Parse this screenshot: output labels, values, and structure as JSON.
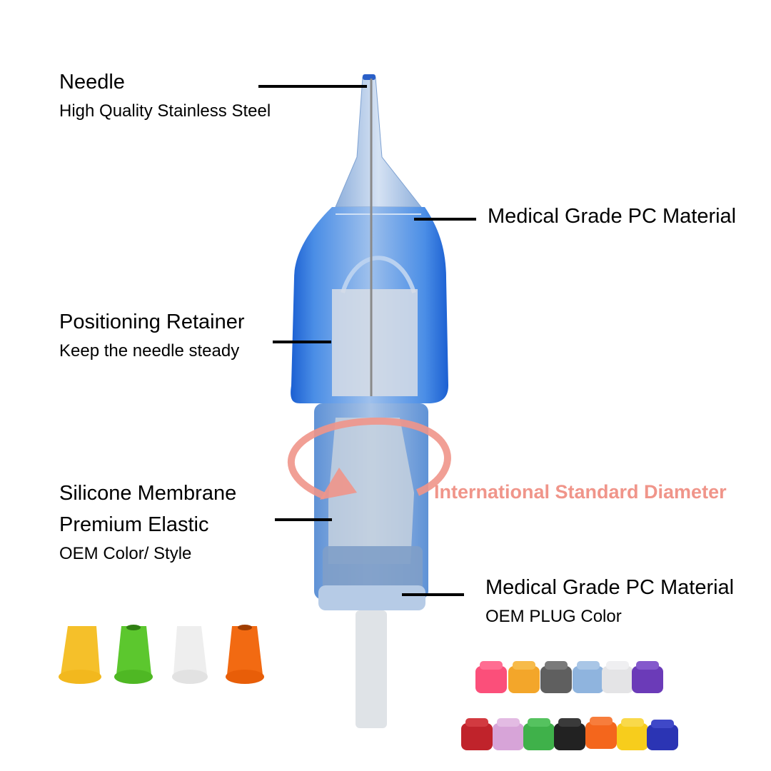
{
  "labels": {
    "needle": {
      "title": "Needle",
      "subtitle": "High Quality Stainless Steel"
    },
    "pc_top": {
      "title": "Medical Grade PC Material"
    },
    "retainer": {
      "title": "Positioning Retainer",
      "subtitle": "Keep the needle steady"
    },
    "membrane": {
      "title": "Silicone Membrane",
      "line2": "Premium Elastic",
      "subtitle": "OEM Color/ Style"
    },
    "pc_bottom": {
      "title": "Medical Grade PC Material",
      "subtitle": "OEM PLUG Color"
    },
    "diameter": {
      "text": "International Standard Diameter",
      "color": "#f0958a"
    }
  },
  "colors": {
    "cartridge_blue": "#3a7fd8",
    "cartridge_dark": "#1f5fc7",
    "cartridge_light": "#a9c6ea",
    "arrow": "#f0958a",
    "leader": "#000000"
  },
  "membrane_swatches": [
    {
      "name": "yellow",
      "color": "#f5c02a"
    },
    {
      "name": "green",
      "color": "#5cc72e"
    },
    {
      "name": "clear",
      "color": "#eaeaea"
    },
    {
      "name": "orange",
      "color": "#f26a12"
    }
  ],
  "plug_swatches_row1": [
    {
      "name": "pink",
      "color": "#fb4f7a"
    },
    {
      "name": "amber",
      "color": "#f3a62a"
    },
    {
      "name": "smoke",
      "color": "#5f5f5f"
    },
    {
      "name": "light-blue",
      "color": "#8fb4de"
    },
    {
      "name": "clear",
      "color": "#e4e4e6"
    },
    {
      "name": "purple",
      "color": "#6b3bb8"
    }
  ],
  "plug_swatches_row2": [
    {
      "name": "red",
      "color": "#c0232b"
    },
    {
      "name": "lilac",
      "color": "#d7a4d8"
    },
    {
      "name": "green",
      "color": "#3fb14a"
    },
    {
      "name": "black",
      "color": "#222222"
    },
    {
      "name": "orange",
      "color": "#f4661c"
    },
    {
      "name": "yellow",
      "color": "#f7cd1c"
    },
    {
      "name": "navy",
      "color": "#2b34b4"
    }
  ]
}
